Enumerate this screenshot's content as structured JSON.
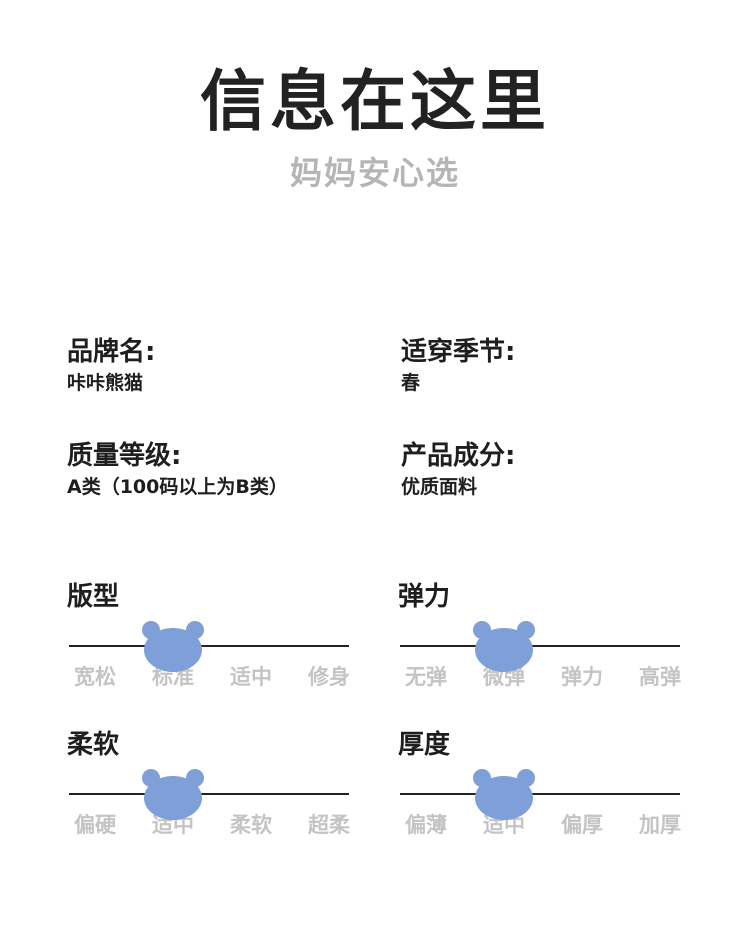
{
  "header": {
    "title": "信息在这里",
    "subtitle": "妈妈安心选"
  },
  "info": {
    "brand_label": "品牌名:",
    "brand_value": "咔咔熊猫",
    "season_label": "适穿季节:",
    "season_value": "春",
    "quality_label": "质量等级:",
    "quality_value": "A类（100码以上为B类）",
    "material_label": "产品成分:",
    "material_value": "优质面料"
  },
  "scales": {
    "fit": {
      "name": "版型",
      "options": [
        "宽松",
        "标准",
        "适中",
        "修身"
      ],
      "selected": "标准",
      "selected_index": 1
    },
    "elasticity": {
      "name": "弹力",
      "options": [
        "无弹",
        "微弹",
        "弹力",
        "高弹"
      ],
      "selected": "微弹",
      "selected_index": 1
    },
    "softness": {
      "name": "柔软",
      "options": [
        "偏硬",
        "适中",
        "柔软",
        "超柔"
      ],
      "selected": "适中",
      "selected_index": 1
    },
    "thickness": {
      "name": "厚度",
      "options": [
        "偏薄",
        "适中",
        "偏厚",
        "加厚"
      ],
      "selected": "适中",
      "selected_index": 1
    }
  },
  "colors": {
    "marker": "#7e9fd8",
    "option_text": "#c4c4c4",
    "subtitle": "#b5b5b5"
  },
  "icons": {
    "marker": "bear-head-icon"
  }
}
